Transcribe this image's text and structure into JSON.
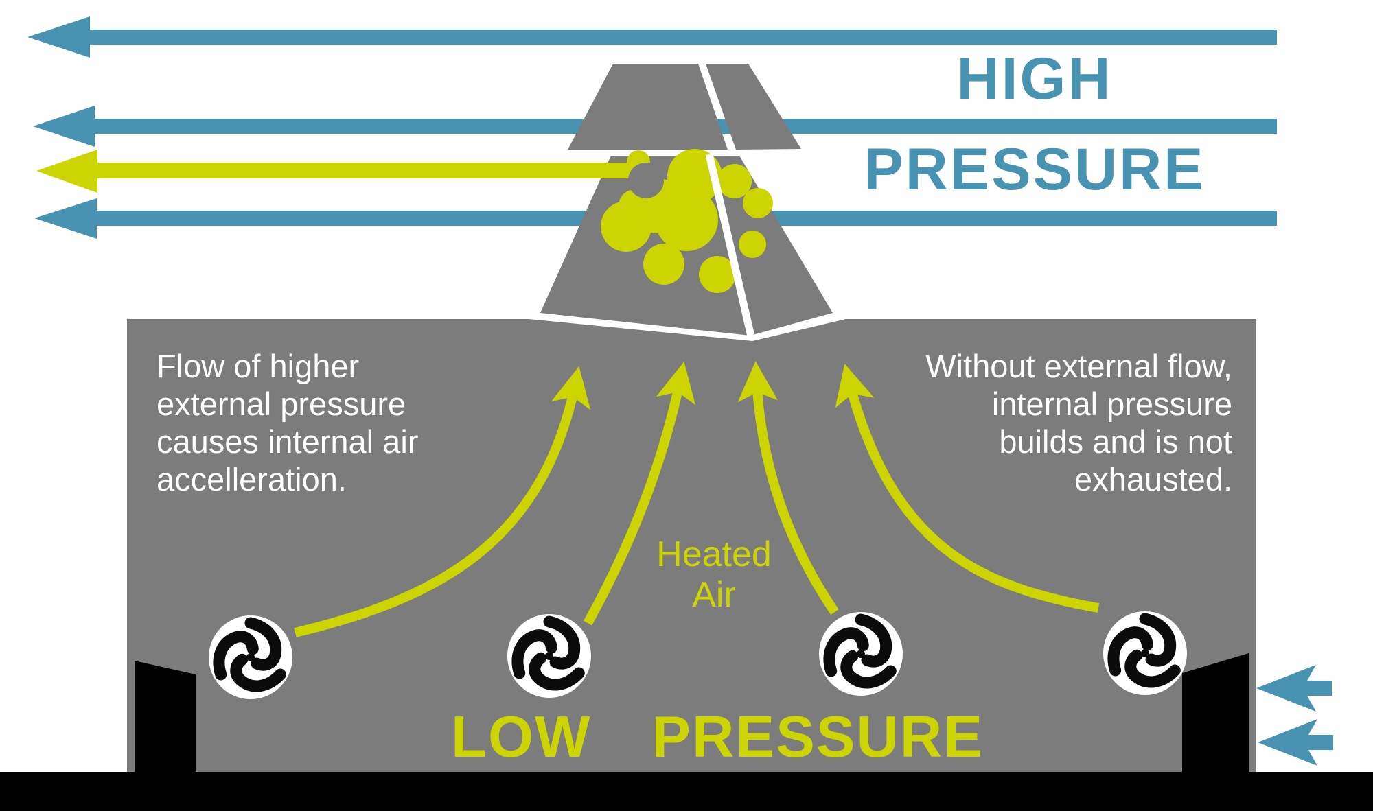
{
  "diagram": {
    "type": "stack-effect-pressure-diagram",
    "high_pressure_label": {
      "line1": "HIGH",
      "line2": "PRESSURE"
    },
    "low_pressure_label": {
      "word1": "LOW",
      "word2": "PRESSURE"
    },
    "left_note": "Flow of higher\nexternal pressure\ncauses internal air\naccelleration.",
    "right_note": "Without external flow,\ninternal pressure\nbuilds and is not\nexhausted.",
    "heated_air_label": "Heated\nAir",
    "colors": {
      "blue_arrow": "#4892b2",
      "yellow_accent": "#ccd402",
      "building_gray": "#7c7c7c",
      "vent_black": "#000000",
      "background_white": "#ffffff",
      "note_text_white": "#ffffff"
    },
    "icons": [
      "fan-icon",
      "fan-icon",
      "fan-icon",
      "fan-icon",
      "left-arrow-icon",
      "up-arrow-icon"
    ]
  }
}
